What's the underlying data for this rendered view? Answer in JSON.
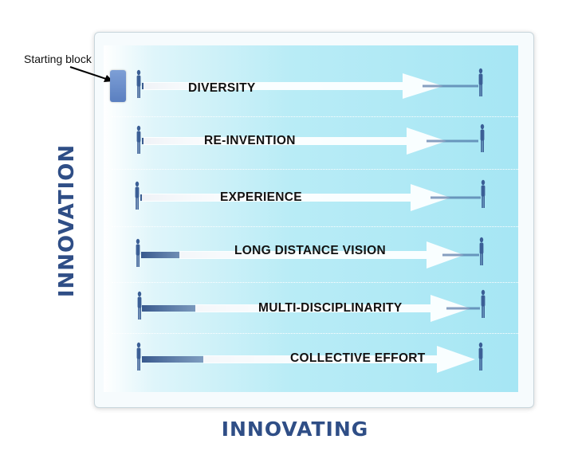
{
  "callout": {
    "text": "Starting block"
  },
  "axes": {
    "y_label": "INNOVATION",
    "x_label": "INNOVATING"
  },
  "colors": {
    "axis_text": "#2f4e86",
    "figure": "#3b5f96",
    "start_block": "#6f8fcf",
    "arrow": "#ffffff"
  },
  "rows": [
    {
      "label": "DIVERSITY"
    },
    {
      "label": "RE-INVENTION"
    },
    {
      "label": "EXPERIENCE"
    },
    {
      "label": "LONG DISTANCE VISION"
    },
    {
      "label": "MULTI-DISCIPLINARITY"
    },
    {
      "label": "COLLECTIVE EFFORT"
    }
  ]
}
